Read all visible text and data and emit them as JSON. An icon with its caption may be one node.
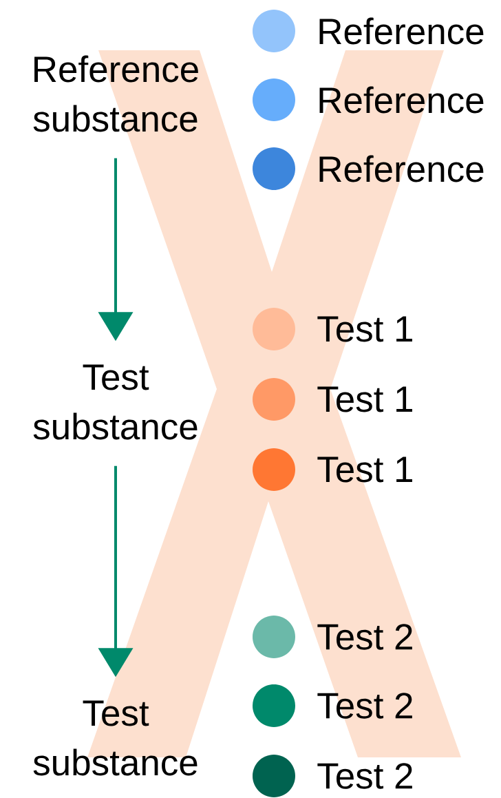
{
  "diagram": {
    "nodes": [
      {
        "text": [
          "Reference substance"
        ]
      },
      {
        "text": [
          "Test substance"
        ]
      },
      {
        "text": [
          "Test substance"
        ]
      }
    ],
    "edges": [
      {
        "from": 0,
        "to": 1,
        "arrow": "to"
      },
      {
        "from": 1,
        "to": 2,
        "arrow": "to"
      }
    ],
    "legend": [
      {
        "text": "Reference",
        "color": "#93c4fb"
      },
      {
        "text": "Reference",
        "color": "#66adfb"
      },
      {
        "text": "Reference",
        "color": "#3d86dc"
      },
      {
        "text": "Test 1",
        "color": "#ffbb98"
      },
      {
        "text": "Test 1",
        "color": "#ff9966"
      },
      {
        "text": "Test 1",
        "color": "#ff7733"
      },
      {
        "text": "Test 2",
        "color": "#6bb9a9"
      },
      {
        "text": "Test 2",
        "color": "#00896b"
      },
      {
        "text": "Test 2",
        "color": "#006350"
      }
    ]
  }
}
